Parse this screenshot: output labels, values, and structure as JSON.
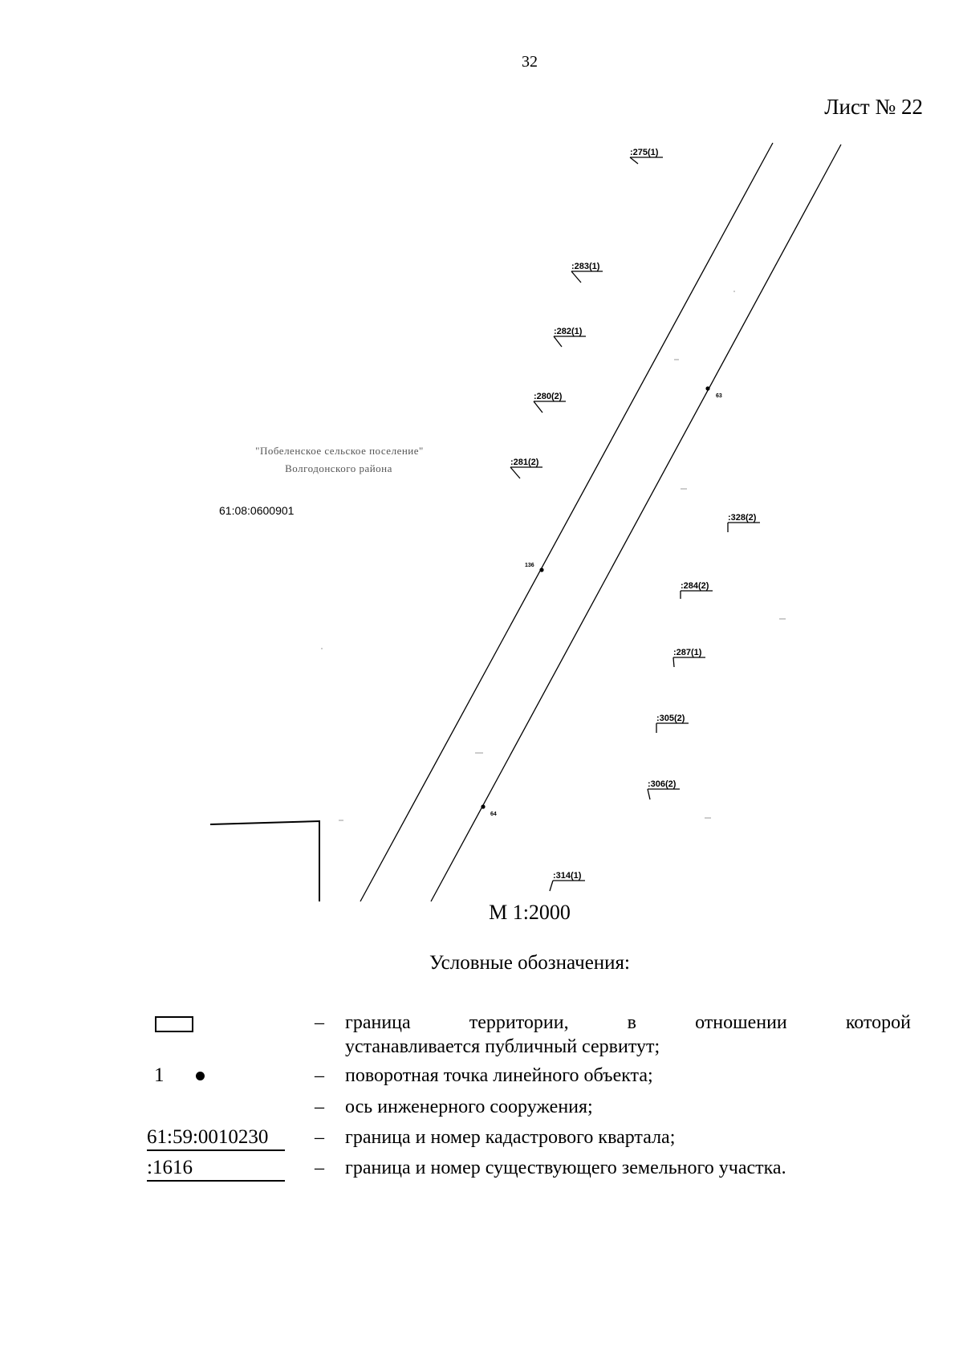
{
  "page_number": "32",
  "sheet_label": "Лист № 22",
  "map": {
    "settlement_line1": "\"Побеленское сельское поселение\"",
    "settlement_line2": "Волгодонского района",
    "quarter_number": "61:08:0600901",
    "parcels": [
      ":275(1)",
      ":283(1)",
      ":282(1)",
      ":280(2)",
      ":281(2)",
      ":328(2)",
      ":284(2)",
      ":287(1)",
      ":305(2)",
      ":306(2)",
      ":314(1)"
    ],
    "points": [
      "63",
      "136",
      "64"
    ]
  },
  "scale": "М 1:2000",
  "legend": {
    "title": "Условные обозначения:",
    "dash": "–",
    "items": [
      {
        "desc_line1": "граница территории, в отношении которой",
        "desc_line2": "устанавливается публичный сервитут;"
      },
      {
        "symbol_text": "1",
        "desc": "поворотная точка линейного объекта;"
      },
      {
        "desc": "ось инженерного сооружения;"
      },
      {
        "symbol_text": "61:59:0010230",
        "desc": "граница и номер кадастрового квартала;"
      },
      {
        "symbol_text": ":1616",
        "desc": "граница и номер существующего земельного участка."
      }
    ]
  }
}
